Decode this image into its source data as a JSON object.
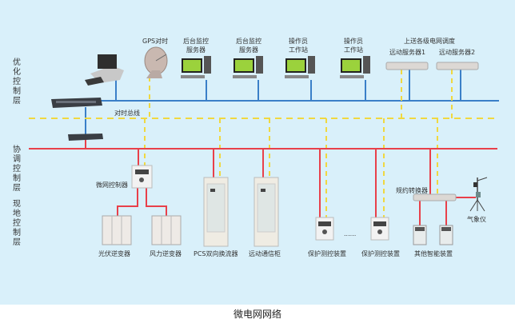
{
  "title": "微电网网络",
  "layers": {
    "optimize": "优化控制层",
    "coordinate": "协调控制层",
    "local": "现地控制层"
  },
  "bus_label": "对时总线",
  "colors": {
    "background": "#d9f0fa",
    "ethernet_bus": "#3a7fc8",
    "control_bus": "#e8404a",
    "time_bus": "#f0d840"
  },
  "top_devices": {
    "gps": "GPS对时",
    "server1": "后台监控\n服务器",
    "server2": "后台监控\n服务器",
    "station1": "操作员\n工作站",
    "station2": "操作员\n工作站",
    "dispatch_title": "上送各级电网调度",
    "remote1": "远动服务器1",
    "remote2": "远动服务器2"
  },
  "middle_devices": {
    "controller": "微网控制器",
    "converter": "规约转换器",
    "weather": "气象仪"
  },
  "bottom_devices": {
    "pv": "光伏逆变器",
    "wind": "风力逆变器",
    "pcs": "PCS双向换流器",
    "comm": "远动通信柜",
    "protect1": "保护测控装置",
    "ellipsis": "......",
    "protect2": "保护测控装置",
    "smart": "其他智能装置"
  }
}
